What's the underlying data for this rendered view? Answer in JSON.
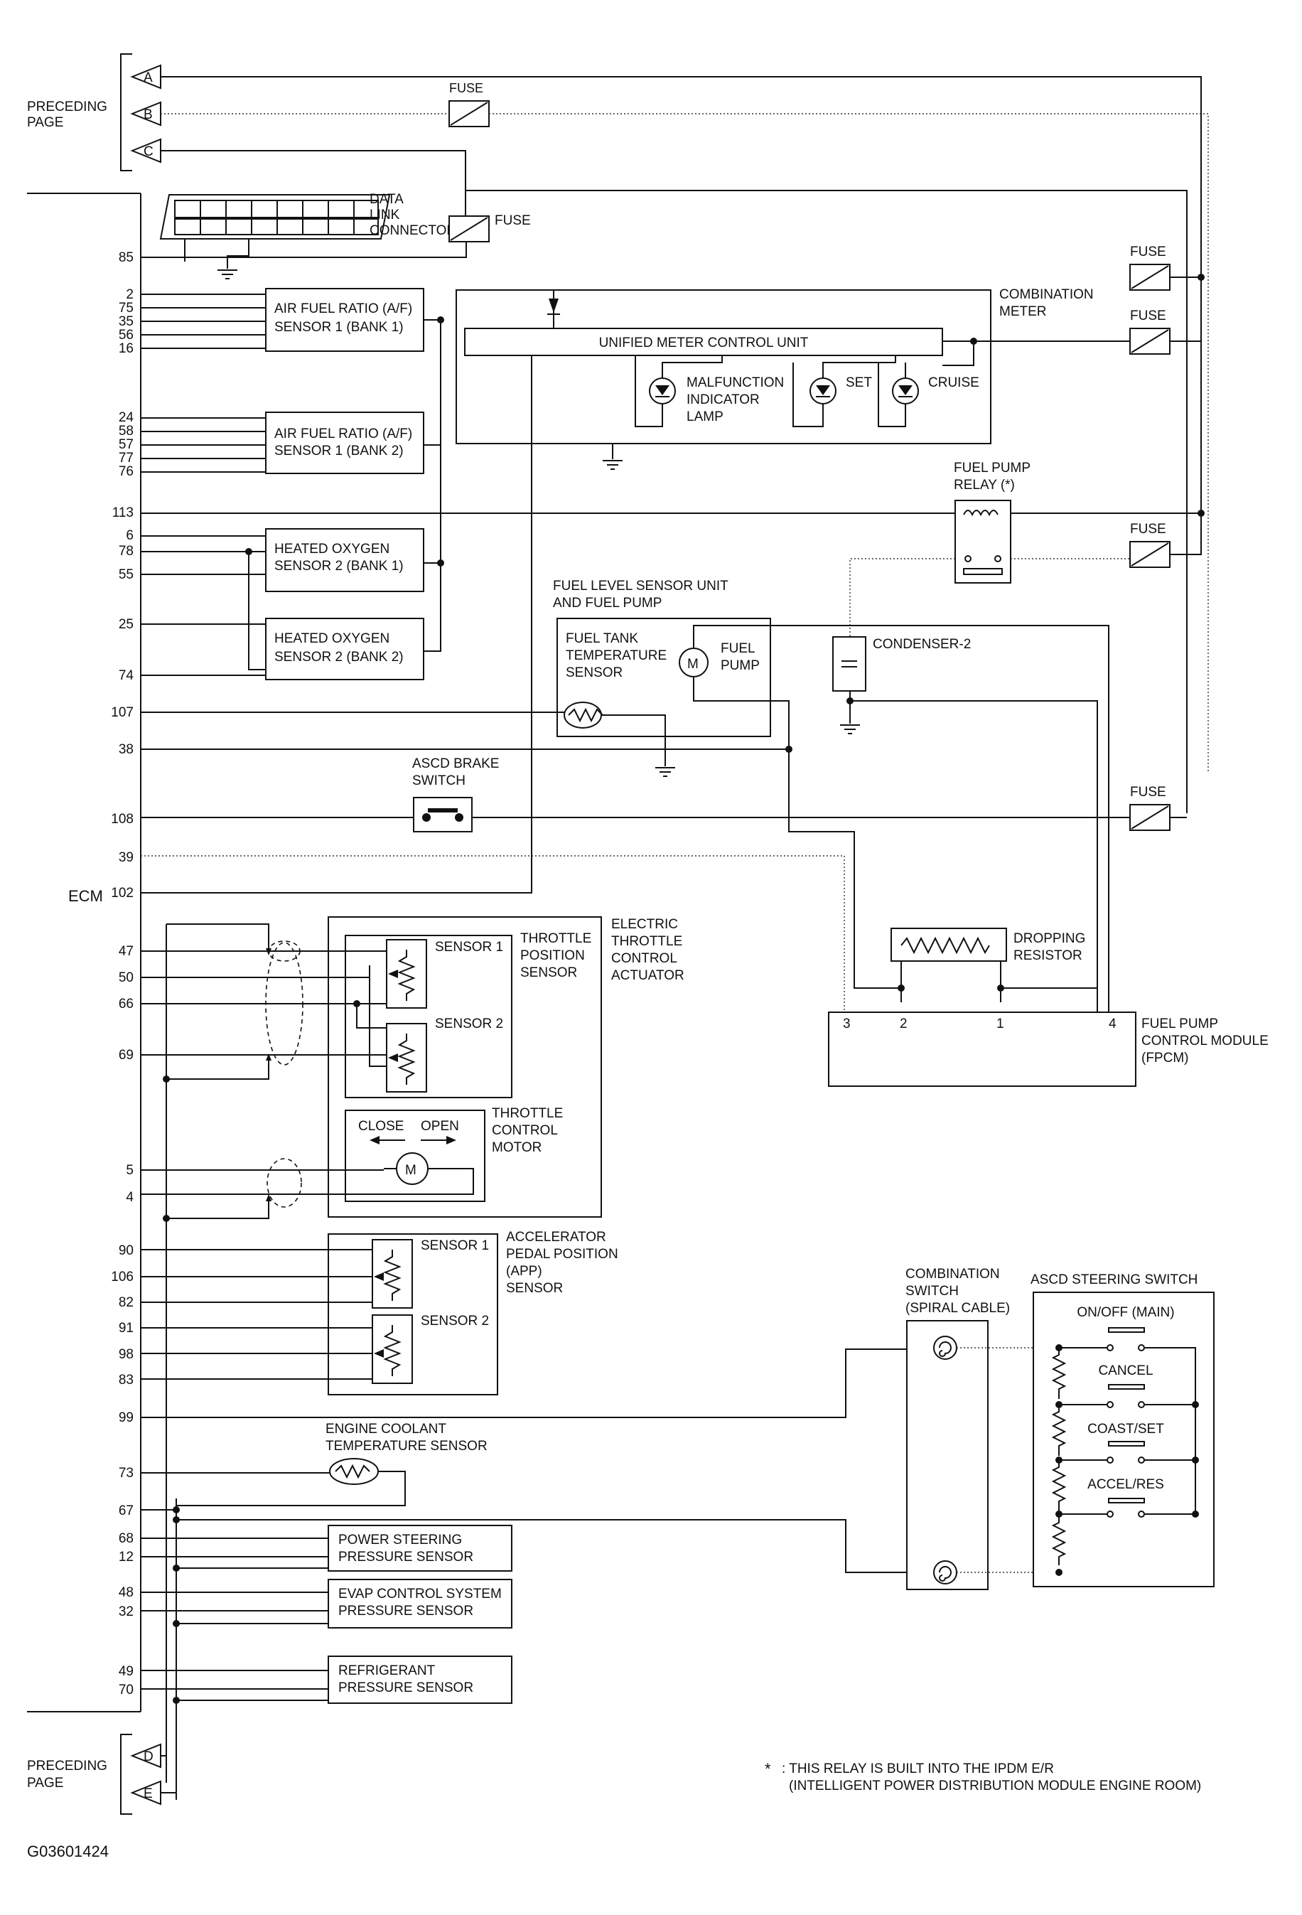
{
  "ecm": {
    "label": "ECM",
    "pins": [
      "85",
      "2",
      "75",
      "35",
      "56",
      "16",
      "24",
      "58",
      "57",
      "77",
      "76",
      "113",
      "6",
      "78",
      "55",
      "25",
      "74",
      "107",
      "38",
      "108",
      "39",
      "102",
      "47",
      "50",
      "66",
      "69",
      "5",
      "4",
      "90",
      "106",
      "82",
      "91",
      "98",
      "83",
      "99",
      "73",
      "67",
      "68",
      "12",
      "48",
      "32",
      "49",
      "70"
    ]
  },
  "preceding_top": {
    "label_1": "PRECEDING",
    "label_2": "PAGE",
    "connectors": [
      "A",
      "B",
      "C"
    ]
  },
  "preceding_bottom": {
    "label_1": "PRECEDING",
    "label_2": "PAGE",
    "connectors": [
      "D",
      "E"
    ]
  },
  "fuse_label": "FUSE",
  "data_link_connector": {
    "line_1": "DATA",
    "line_2": "LINK",
    "line_3": "CONNECTOR"
  },
  "af_sensor_bank1": {
    "line_1": "AIR FUEL RATIO (A/F)",
    "line_2": "SENSOR 1 (BANK 1)"
  },
  "af_sensor_bank2": {
    "line_1": "AIR FUEL RATIO (A/F)",
    "line_2": "SENSOR 1 (BANK 2)"
  },
  "ho2s_bank1": {
    "line_1": "HEATED OXYGEN",
    "line_2": "SENSOR 2 (BANK 1)"
  },
  "ho2s_bank2": {
    "line_1": "HEATED OXYGEN",
    "line_2": "SENSOR 2 (BANK 2)"
  },
  "combination_meter": {
    "line_1": "COMBINATION",
    "line_2": "METER",
    "unit": "UNIFIED METER CONTROL UNIT",
    "mil_1": "MALFUNCTION",
    "mil_2": "INDICATOR",
    "mil_3": "LAMP",
    "set": "SET",
    "cruise": "CRUISE"
  },
  "fuel_pump_relay": {
    "line_1": "FUEL PUMP",
    "line_2": "RELAY (*)"
  },
  "fuel_level_unit": {
    "line_1": "FUEL LEVEL SENSOR UNIT",
    "line_2": "AND FUEL PUMP",
    "tank_1": "FUEL TANK",
    "tank_2": "TEMPERATURE",
    "tank_3": "SENSOR",
    "pump_1": "FUEL",
    "pump_2": "PUMP"
  },
  "condenser": "CONDENSER-2",
  "ascd_brake": {
    "line_1": "ASCD BRAKE",
    "line_2": "SWITCH"
  },
  "throttle": {
    "actuator_1": "ELECTRIC",
    "actuator_2": "THROTTLE",
    "actuator_3": "CONTROL",
    "actuator_4": "ACTUATOR",
    "tps_1": "THROTTLE",
    "tps_2": "POSITION",
    "tps_3": "SENSOR",
    "sensor_1": "SENSOR 1",
    "sensor_2": "SENSOR 2",
    "motor_1": "THROTTLE",
    "motor_2": "CONTROL",
    "motor_3": "MOTOR",
    "close": "CLOSE",
    "open": "OPEN"
  },
  "dropping_resistor": {
    "line_1": "DROPPING",
    "line_2": "RESISTOR"
  },
  "fpcm": {
    "line_1": "FUEL PUMP",
    "line_2": "CONTROL MODULE",
    "line_3": "(FPCM)",
    "terminals": [
      "3",
      "2",
      "1",
      "4"
    ]
  },
  "app_sensor": {
    "line_1": "ACCELERATOR",
    "line_2": "PEDAL POSITION",
    "line_3": "(APP)",
    "line_4": "SENSOR",
    "sensor_1": "SENSOR 1",
    "sensor_2": "SENSOR 2"
  },
  "combination_switch": {
    "line_1": "COMBINATION",
    "line_2": "SWITCH",
    "line_3": "(SPIRAL CABLE)"
  },
  "ascd_steering": {
    "title": "ASCD STEERING SWITCH",
    "buttons": [
      "ON/OFF (MAIN)",
      "CANCEL",
      "COAST/SET",
      "ACCEL/RES"
    ]
  },
  "ect_sensor": {
    "line_1": "ENGINE COOLANT",
    "line_2": "TEMPERATURE SENSOR"
  },
  "ps_sensor": {
    "line_1": "POWER STEERING",
    "line_2": "PRESSURE SENSOR"
  },
  "evap_sensor": {
    "line_1": "EVAP CONTROL SYSTEM",
    "line_2": "PRESSURE SENSOR"
  },
  "refrig_sensor": {
    "line_1": "REFRIGERANT",
    "line_2": "PRESSURE SENSOR"
  },
  "note": {
    "marker": "*",
    "line_1": ": THIS RELAY IS BUILT INTO THE IPDM E/R",
    "line_2": "(INTELLIGENT POWER DISTRIBUTION MODULE ENGINE ROOM)"
  },
  "figure_id": "G03601424"
}
